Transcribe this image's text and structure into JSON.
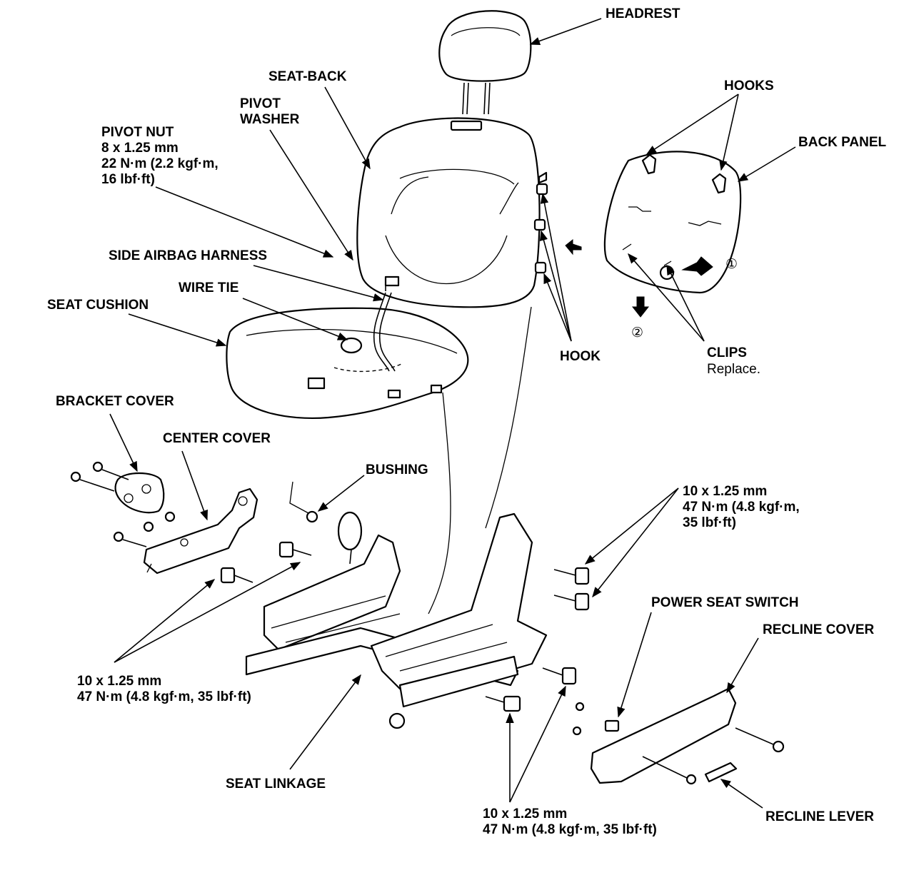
{
  "labels": {
    "headrest": "HEADREST",
    "seat_back": "SEAT-BACK",
    "pivot_washer": [
      "PIVOT",
      "WASHER"
    ],
    "pivot_nut": [
      "PIVOT NUT",
      "8 x 1.25 mm",
      "22 N·m (2.2 kgf·m,",
      "16 lbf·ft)"
    ],
    "hooks": "HOOKS",
    "back_panel": "BACK PANEL",
    "side_airbag_harness": "SIDE AIRBAG HARNESS",
    "wire_tie": "WIRE TIE",
    "seat_cushion": "SEAT CUSHION",
    "hook": "HOOK",
    "clips": "CLIPS",
    "clips_note": "Replace.",
    "step_1": "①",
    "step_2": "②",
    "bracket_cover": "BRACKET COVER",
    "center_cover": "CENTER COVER",
    "bushing": "BUSHING",
    "bolt_spec_upper_right": [
      "10 x 1.25 mm",
      "47 N·m (4.8 kgf·m,",
      "35 lbf·ft)"
    ],
    "bolt_spec_left": [
      "10 x 1.25 mm",
      "47 N·m (4.8 kgf·m, 35 lbf·ft)"
    ],
    "bolt_spec_bottom": [
      "10 x 1.25 mm",
      "47 N·m (4.8 kgf·m, 35 lbf·ft)"
    ],
    "power_seat_switch": "POWER SEAT SWITCH",
    "recline_cover": "RECLINE COVER",
    "seat_linkage": "SEAT LINKAGE",
    "recline_lever": "RECLINE LEVER"
  }
}
